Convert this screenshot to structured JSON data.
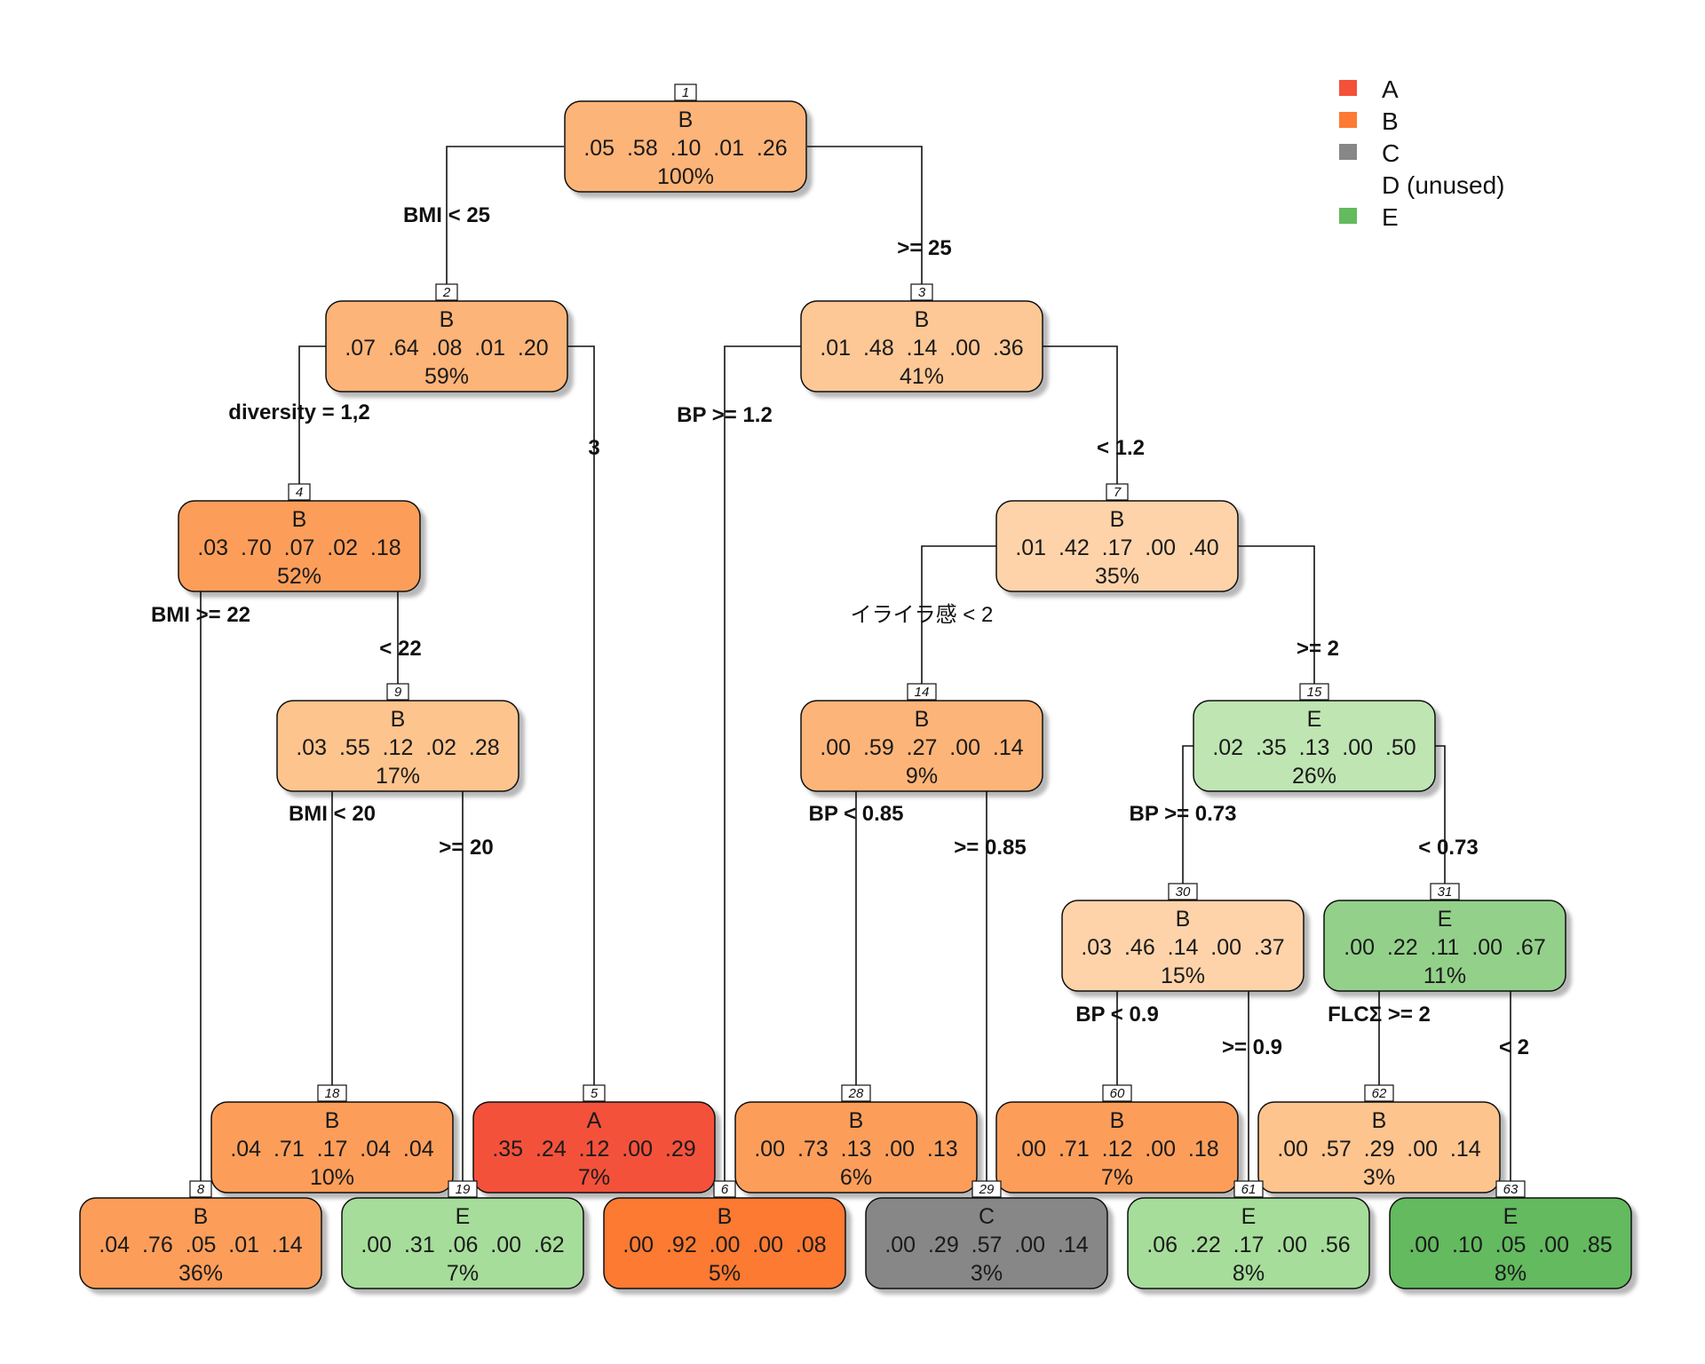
{
  "legend": [
    {
      "label": "A",
      "color": "#F4513A"
    },
    {
      "label": "B",
      "color": "#FC7A33"
    },
    {
      "label": "C",
      "color": "#878787"
    },
    {
      "label": "D (unused)",
      "color": null
    },
    {
      "label": "E",
      "color": "#64BA5E"
    }
  ],
  "nodes": [
    {
      "id": "1",
      "cls": "B",
      "probs": ".05  .58  .10  .01  .26",
      "pct": "100%",
      "fill": "#FDB478"
    },
    {
      "id": "2",
      "cls": "B",
      "probs": ".07  .64  .08  .01  .20",
      "pct": "59%",
      "fill": "#FDB478"
    },
    {
      "id": "3",
      "cls": "B",
      "probs": ".01  .48  .14  .00  .36",
      "pct": "41%",
      "fill": "#FDC896"
    },
    {
      "id": "4",
      "cls": "B",
      "probs": ".03  .70  .07  .02  .18",
      "pct": "52%",
      "fill": "#FC9E5A"
    },
    {
      "id": "7",
      "cls": "B",
      "probs": ".01  .42  .17  .00  .40",
      "pct": "35%",
      "fill": "#FED3A9"
    },
    {
      "id": "9",
      "cls": "B",
      "probs": ".03  .55  .12  .02  .28",
      "pct": "17%",
      "fill": "#FDC48E"
    },
    {
      "id": "14",
      "cls": "B",
      "probs": ".00  .59  .27  .00  .14",
      "pct": "9%",
      "fill": "#FDB478"
    },
    {
      "id": "15",
      "cls": "E",
      "probs": ".02  .35  .13  .00  .50",
      "pct": "26%",
      "fill": "#BEE5B2"
    },
    {
      "id": "30",
      "cls": "B",
      "probs": ".03  .46  .14  .00  .37",
      "pct": "15%",
      "fill": "#FED3A9"
    },
    {
      "id": "31",
      "cls": "E",
      "probs": ".00  .22  .11  .00  .67",
      "pct": "11%",
      "fill": "#93D18A"
    },
    {
      "id": "18",
      "cls": "B",
      "probs": ".04  .71  .17  .04  .04",
      "pct": "10%",
      "fill": "#FC9E5A"
    },
    {
      "id": "5",
      "cls": "A",
      "probs": ".35  .24  .12  .00  .29",
      "pct": "7%",
      "fill": "#F4513A"
    },
    {
      "id": "28",
      "cls": "B",
      "probs": ".00  .73  .13  .00  .13",
      "pct": "6%",
      "fill": "#FC9E5A"
    },
    {
      "id": "60",
      "cls": "B",
      "probs": ".00  .71  .12  .00  .18",
      "pct": "7%",
      "fill": "#FC9E5A"
    },
    {
      "id": "62",
      "cls": "B",
      "probs": ".00  .57  .29  .00  .14",
      "pct": "3%",
      "fill": "#FDC48E"
    },
    {
      "id": "8",
      "cls": "B",
      "probs": ".04  .76  .05  .01  .14",
      "pct": "36%",
      "fill": "#FC9E5A"
    },
    {
      "id": "19",
      "cls": "E",
      "probs": ".00  .31  .06  .00  .62",
      "pct": "7%",
      "fill": "#A6DD9A"
    },
    {
      "id": "6",
      "cls": "B",
      "probs": ".00  .92  .00  .00  .08",
      "pct": "5%",
      "fill": "#FC7A33"
    },
    {
      "id": "29",
      "cls": "C",
      "probs": ".00  .29  .57  .00  .14",
      "pct": "3%",
      "fill": "#878787"
    },
    {
      "id": "61",
      "cls": "E",
      "probs": ".06  .22  .17  .00  .56",
      "pct": "8%",
      "fill": "#A6DD9A"
    },
    {
      "id": "63",
      "cls": "E",
      "probs": ".00  .10  .05  .00  .85",
      "pct": "8%",
      "fill": "#64BA5E"
    }
  ],
  "splits": [
    {
      "text": "BMI < 25"
    },
    {
      "text": ">= 25"
    },
    {
      "text": "diversity = 1,2"
    },
    {
      "text": "3"
    },
    {
      "text": "BP >= 1.2"
    },
    {
      "text": "< 1.2"
    },
    {
      "text": "BMI >= 22"
    },
    {
      "text": "< 22"
    },
    {
      "text": "イライラ感 < 2",
      "plain": true
    },
    {
      "text": ">= 2"
    },
    {
      "text": "BMI < 20"
    },
    {
      "text": ">= 20"
    },
    {
      "text": "BP < 0.85"
    },
    {
      "text": ">= 0.85"
    },
    {
      "text": "BP >= 0.73"
    },
    {
      "text": "< 0.73"
    },
    {
      "text": "BP < 0.9"
    },
    {
      "text": ">= 0.9"
    },
    {
      "text": "FLCΣ >= 2"
    },
    {
      "text": "< 2"
    }
  ]
}
